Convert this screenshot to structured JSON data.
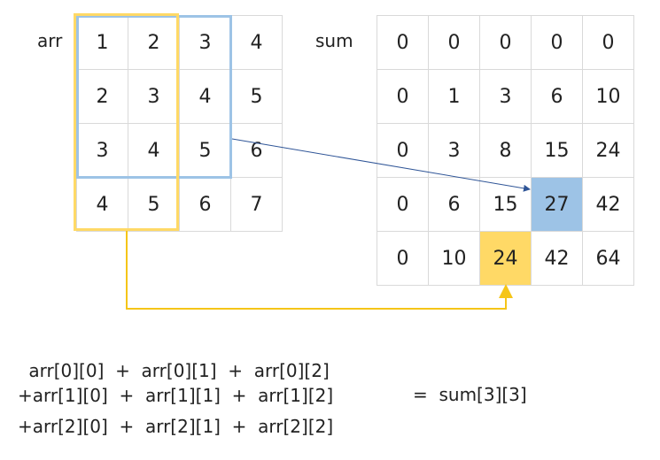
{
  "arr": {
    "label": "arr",
    "cells": [
      [
        "1",
        "2",
        "3",
        "4"
      ],
      [
        "2",
        "3",
        "4",
        "5"
      ],
      [
        "3",
        "4",
        "5",
        "6"
      ],
      [
        "4",
        "5",
        "6",
        "7"
      ]
    ]
  },
  "sum": {
    "label": "sum",
    "cells": [
      [
        "0",
        "0",
        "0",
        "0",
        "0"
      ],
      [
        "0",
        "1",
        "3",
        "6",
        "10"
      ],
      [
        "0",
        "3",
        "8",
        "15",
        "24"
      ],
      [
        "0",
        "6",
        "15",
        "27",
        "42"
      ],
      [
        "0",
        "10",
        "24",
        "42",
        "64"
      ]
    ],
    "highlight_blue": {
      "row": 3,
      "col": 3
    },
    "highlight_yellow": {
      "row": 4,
      "col": 2
    }
  },
  "formula": {
    "line1": " arr[0][0]  +  arr[0][1]  +  arr[0][2]",
    "line2": "+arr[1][0]  +  arr[1][1]  +  arr[1][2]",
    "line3": "+arr[2][0]  +  arr[2][1]  +  arr[2][2]",
    "result": "=  sum[3][3]"
  },
  "colors": {
    "blue_box": "#9dc3e6",
    "blue_fill": "#9dc3e6",
    "blue_arrow": "#2f5597",
    "yellow_box": "#ffd966",
    "yellow_fill": "#ffd966",
    "yellow_arrow": "#f5c518"
  }
}
